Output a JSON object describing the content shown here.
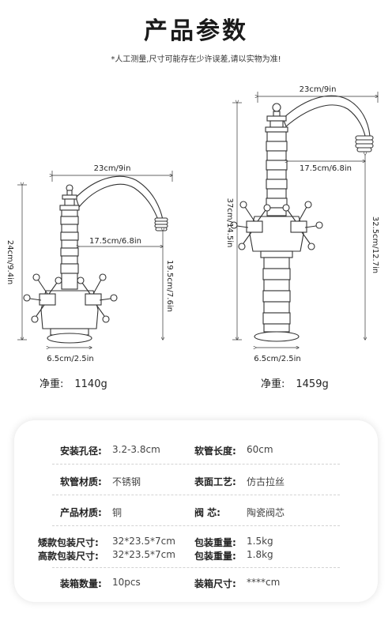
{
  "page": {
    "title": "产品参数",
    "note": "*人工测量,尺寸可能存在少许误差,请以实物为准!"
  },
  "left_tap": {
    "dims": {
      "spout_span": "23cm/9in",
      "reach": "17.5cm/6.8in",
      "height": "24cm/9.4in",
      "spout_height": "19.5cm/7.6in",
      "base": "6.5cm/2.5in"
    },
    "weight_label": "净重:",
    "weight_value": "1140g"
  },
  "right_tap": {
    "dims": {
      "spout_span": "23cm/9in",
      "reach": "17.5cm/6.8in",
      "height": "37cm/14.5in",
      "spout_height": "32.5cm/12.7in",
      "base": "6.5cm/2.5in"
    },
    "weight_label": "净重:",
    "weight_value": "1459g"
  },
  "specs": [
    [
      {
        "label": "安装孔径:",
        "value": "3.2-3.8cm"
      },
      {
        "label": "软管长度:",
        "value": "60cm"
      }
    ],
    [
      {
        "label": "软管材质:",
        "value": "不锈钢"
      },
      {
        "label": "表面工艺:",
        "value": "仿古拉丝"
      }
    ],
    [
      {
        "label": "产品材质:",
        "value": "铜"
      },
      {
        "label": "阀 芯:",
        "value": "陶瓷阀芯"
      }
    ],
    [
      {
        "label": "矮款包装尺寸:",
        "value": "32*23.5*7cm"
      },
      {
        "label": "包装重量:",
        "value": "1.5kg"
      }
    ],
    [
      {
        "label": "高款包装尺寸:",
        "value": "32*23.5*7cm"
      },
      {
        "label": "包装重量:",
        "value": "1.8kg"
      }
    ],
    [
      {
        "label": "装箱数量:",
        "value": "10pcs"
      },
      {
        "label": "装箱尺寸:",
        "value": "****cm"
      }
    ]
  ]
}
